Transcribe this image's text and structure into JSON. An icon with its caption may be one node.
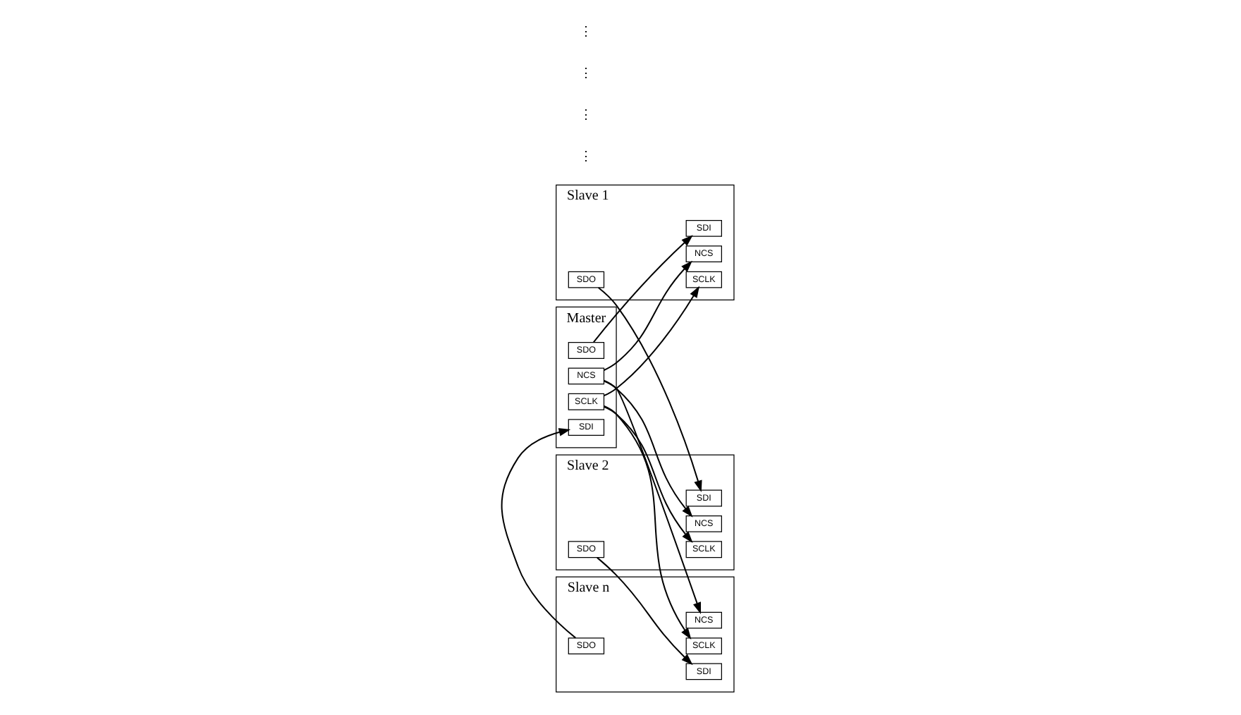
{
  "diagram": {
    "nodes": [
      {
        "text": [
          "Master"
        ]
      },
      {
        "text": [
          "SCLK"
        ],
        "in": 0
      },
      {
        "text": [
          "SDO"
        ],
        "in": 0
      },
      {
        "text": [
          "SDI"
        ],
        "in": 0
      },
      {
        "text": [
          "NCS"
        ],
        "in": 0
      },
      {
        "text": [
          "Slave 1"
        ]
      },
      {
        "text": [
          "SCLK"
        ],
        "in": 5
      },
      {
        "text": [
          "SDI"
        ],
        "in": 5
      },
      {
        "text": [
          "SDO"
        ],
        "in": 5
      },
      {
        "text": [
          "NCS"
        ],
        "in": 5
      },
      {
        "text": [
          "Slave 2"
        ]
      },
      {
        "text": [
          "SCLK"
        ],
        "in": 10
      },
      {
        "text": [
          "SDI"
        ],
        "in": 10
      },
      {
        "text": [
          "SDO"
        ],
        "in": 10
      },
      {
        "text": [
          "NCS"
        ],
        "in": 10
      },
      {
        "text": [
          "Slave n"
        ]
      },
      {
        "text": [
          "SCLK"
        ],
        "in": 15
      },
      {
        "text": [
          "SDI"
        ],
        "in": 15
      },
      {
        "text": [
          "SDO"
        ],
        "in": 15
      },
      {
        "text": [
          "NCS"
        ],
        "in": 15
      }
    ],
    "edges": [
      {
        "from": 1,
        "to": 6,
        "arrow": "to"
      },
      {
        "from": 1,
        "to": 11,
        "arrow": "to"
      },
      {
        "from": 1,
        "to": 16,
        "arrow": "to"
      },
      {
        "from": 2,
        "to": 7,
        "arrow": "to"
      },
      {
        "from": 18,
        "to": 3,
        "arrow": "to"
      },
      {
        "from": 4,
        "to": 9,
        "arrow": "to"
      },
      {
        "from": 4,
        "to": 14,
        "arrow": "to"
      },
      {
        "from": 4,
        "to": 19,
        "arrow": "to"
      },
      {
        "from": 8,
        "to": 12,
        "arrow": "to"
      },
      {
        "from": 13,
        "to": 17,
        "arrow": "to"
      }
    ],
    "labels": [
      "⋮",
      "⋮",
      "⋮",
      "⋮"
    ]
  }
}
